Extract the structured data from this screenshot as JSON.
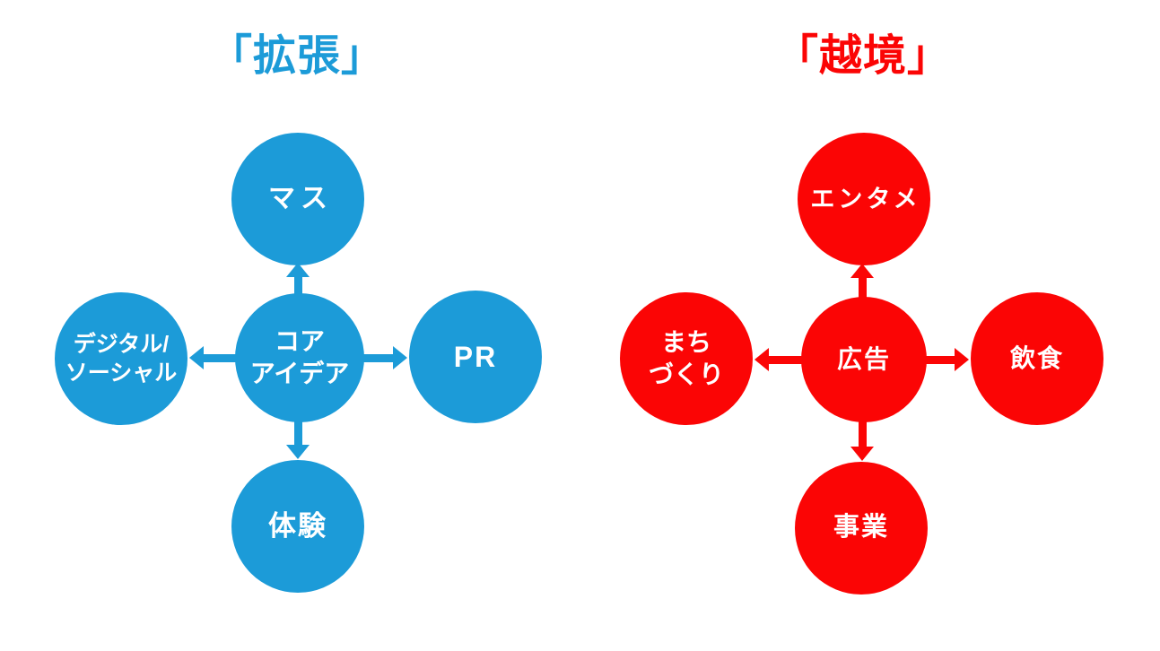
{
  "diagrams": {
    "expansion": {
      "title": "「拡張」",
      "accent_color": "#1C9BD8",
      "text_color": "#ffffff",
      "nodes": {
        "center": "コア\nアイデア",
        "top": "マス",
        "left": "デジタル/\nソーシャル",
        "right": "PR",
        "bottom": "体験"
      },
      "arrows": [
        "up",
        "down",
        "left",
        "right"
      ]
    },
    "crossing": {
      "title": "「越境」",
      "accent_color": "#FB0505",
      "text_color": "#ffffff",
      "nodes": {
        "center": "広告",
        "top": "エンタメ",
        "left": "まち\nづくり",
        "right": "飲食",
        "bottom": "事業"
      },
      "arrows": [
        "up",
        "down",
        "left",
        "right"
      ]
    }
  }
}
